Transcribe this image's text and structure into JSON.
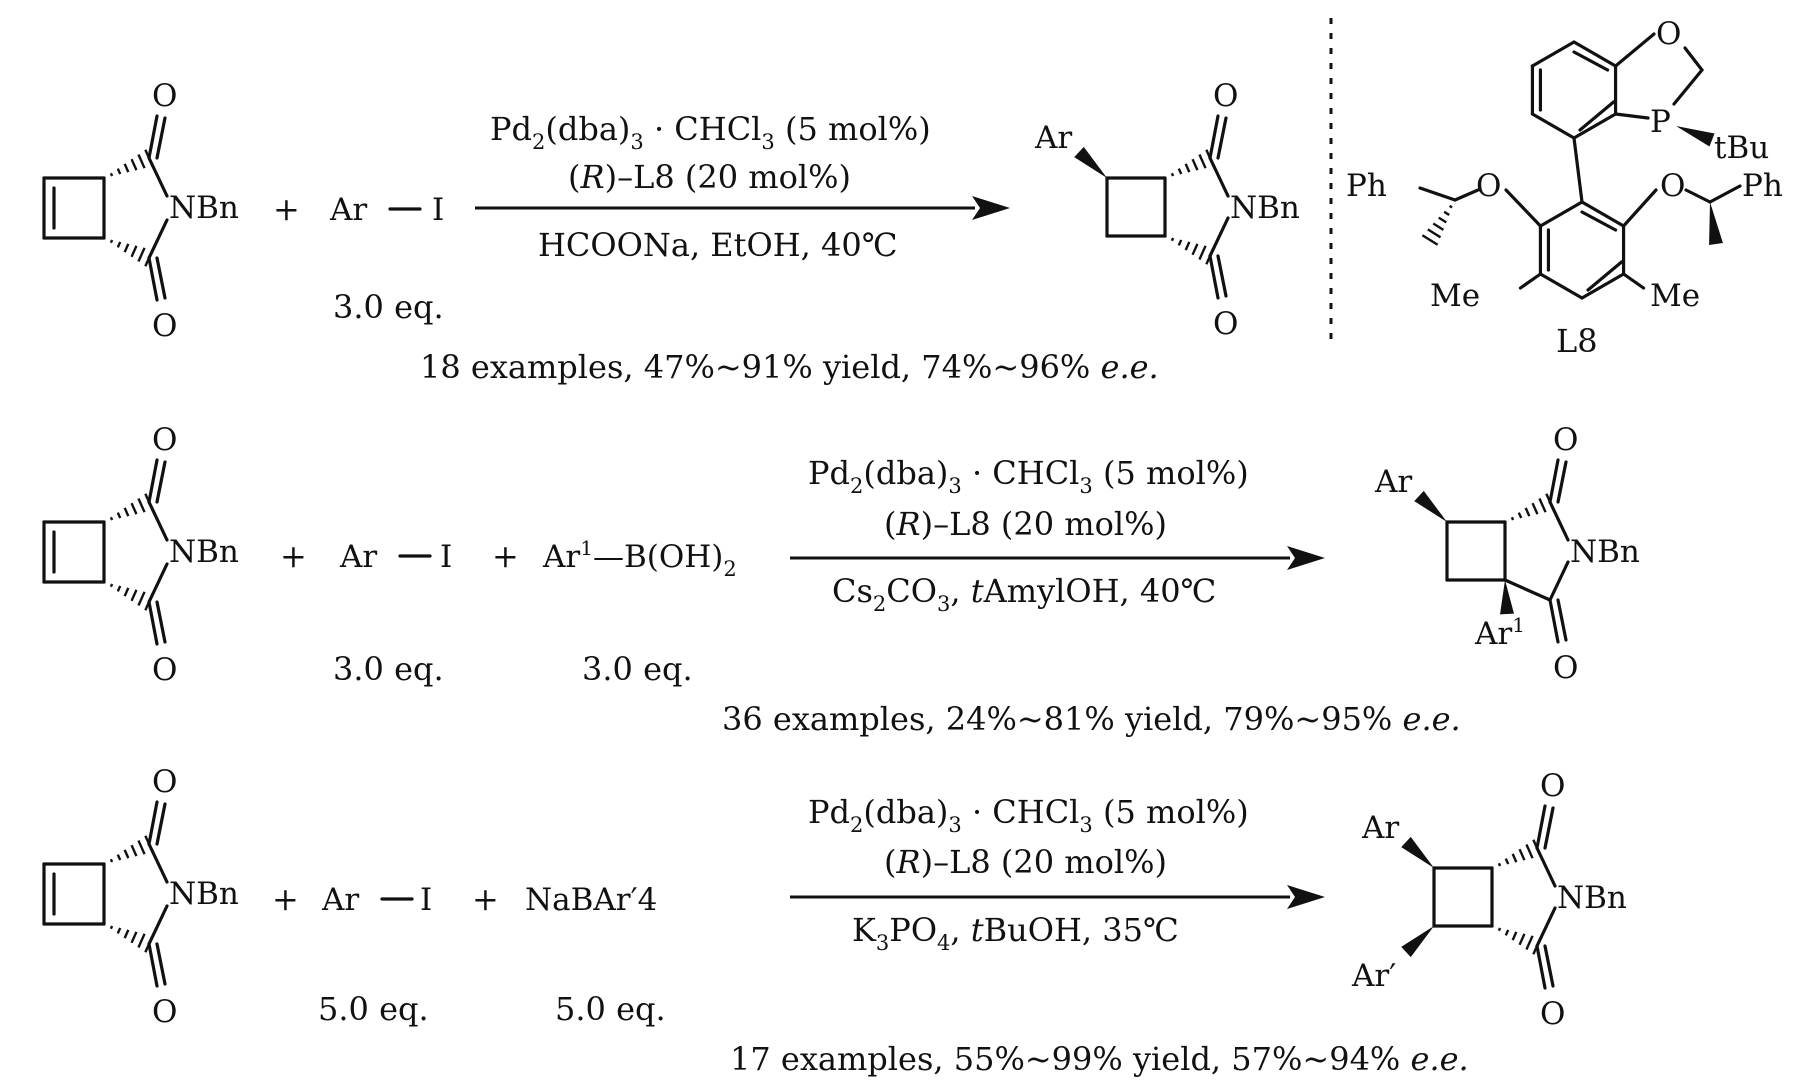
{
  "atoms": {
    "O": "O",
    "NBn": "NBn",
    "Ar": "Ar",
    "Ar1_base": "Ar",
    "Ar1_sup": "1",
    "Ar_prime": "Ar′",
    "P": "P",
    "tBu": "tBu",
    "Ph": "Ph",
    "Me": "Me"
  },
  "ligand_label": "L8",
  "reactions": [
    {
      "reagent": "Ar—I",
      "equiv": "3.0 eq.",
      "conditions": [
        "Pd2(dba)3 · CHCl3 (5 mol%)",
        "(R)–L8 (20 mol%)",
        "HCOONa, EtOH, 40℃"
      ],
      "summary": "18 examples, 47%~91% yield, 74%~96% e.e."
    },
    {
      "reagent": "Ar—I",
      "equiv": "3.0 eq.",
      "reagent2": "Ar1—B(OH)2",
      "equiv2": "3.0 eq.",
      "conditions": [
        "Pd2(dba)3 · CHCl3 (5 mol%)",
        "(R)–L8 (20 mol%)",
        "Cs2CO3, tAmylOH, 40℃"
      ],
      "summary": "36 examples, 24%~81% yield, 79%~95% e.e."
    },
    {
      "reagent": "Ar—I",
      "equiv": "5.0 eq.",
      "reagent2": "NaBAr′4",
      "equiv2": "5.0 eq.",
      "conditions": [
        "Pd2(dba)3 · CHCl3 (5 mol%)",
        "(R)–L8 (20 mol%)",
        "K3PO4, tBuOH, 35℃"
      ],
      "summary": "17 examples, 55%~99% yield, 57%~94% e.e."
    }
  ],
  "pieces": {
    "plus": "+",
    "arI_ar": "Ar",
    "arI_i": "I",
    "pd_a": "Pd",
    "pd_s1": "2",
    "pd_b": "(dba)",
    "pd_s2": "3",
    "pd_c": " · CHCl",
    "pd_s3": "3",
    "pd_d": " (5 mol%)",
    "lig_a": "(",
    "lig_r": "R",
    "lig_b": ")–L8 (20 mol%)",
    "c1": "HCOONa, EtOH, 40℃",
    "c2_a": "Cs",
    "c2_s1": "2",
    "c2_b": "CO",
    "c2_s2": "3",
    "c2_c": ", ",
    "c2_t": "t",
    "c2_d": "AmylOH, 40℃",
    "c3_a": "K",
    "c3_s1": "3",
    "c3_b": "PO",
    "c3_s2": "4",
    "c3_c": ", ",
    "c3_t": "t",
    "c3_d": "BuOH, 35℃",
    "boron_ar": "Ar",
    "boron_sup": "1",
    "boron_mid": "—B(OH)",
    "boron_sub": "2",
    "nabar": "NaBAr′4",
    "s1_main": "18 examples, 47%~91% yield, 74%~96% ",
    "s2_main": "36 examples, 24%~81% yield, 79%~95% ",
    "s3_main": "17 examples, 55%~99% yield, 57%~94% ",
    "ee": "e.e."
  }
}
